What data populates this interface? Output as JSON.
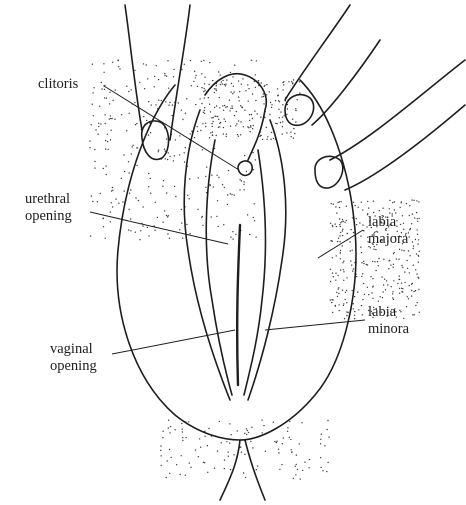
{
  "labels": {
    "clitoris": "clitoris",
    "urethral_line1": "urethral",
    "urethral_line2": "opening",
    "labia_majora_line1": "labia",
    "labia_majora_line2": "majora",
    "labia_minora_line1": "labia",
    "labia_minora_line2": "minora",
    "vaginal_line1": "vaginal",
    "vaginal_line2": "opening"
  },
  "colors": {
    "ink": "#1e1e1e",
    "paper": "#ffffff",
    "stipple": "#3a3a3a"
  }
}
